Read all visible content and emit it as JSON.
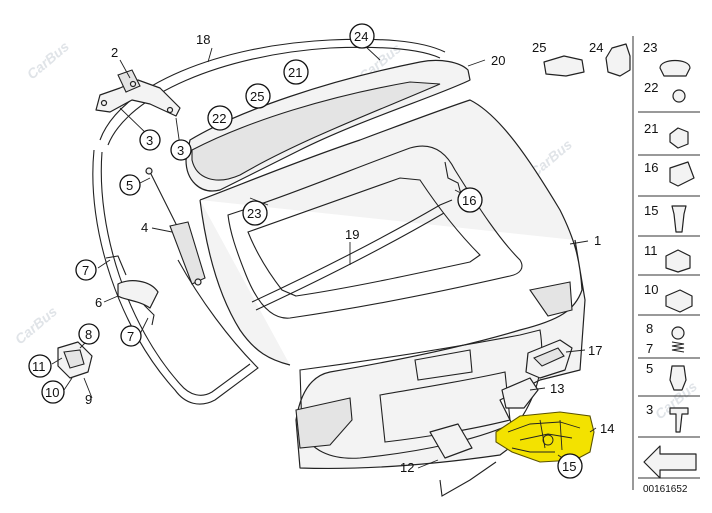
{
  "diagram_code": "00161652",
  "watermarks": [
    "CarBus",
    "CarBus",
    "CarBus",
    "CarBus"
  ],
  "highlight_color": "#f3e200",
  "main_labels": {
    "l1": "1",
    "l2": "2",
    "l3a": "3",
    "l3b": "3",
    "l4": "4",
    "l5": "5",
    "l6": "6",
    "l7a": "7",
    "l7b": "7",
    "l8": "8",
    "l9": "9",
    "l10": "10",
    "l11": "11",
    "l12": "12",
    "l13": "13",
    "l14": "14",
    "l15": "15",
    "l16": "16",
    "l17": "17",
    "l18": "18",
    "l19": "19",
    "l20": "20",
    "l21": "21",
    "l22": "22",
    "l23": "23",
    "l24": "24",
    "l25": "25"
  },
  "top_legend": {
    "p25": "25",
    "p24": "24",
    "p23": "23"
  },
  "side_legend": {
    "s22": "22",
    "s21": "21",
    "s16": "16",
    "s15": "15",
    "s11": "11",
    "s10": "10",
    "s8": "8",
    "s7": "7",
    "s5": "5",
    "s3": "3"
  }
}
